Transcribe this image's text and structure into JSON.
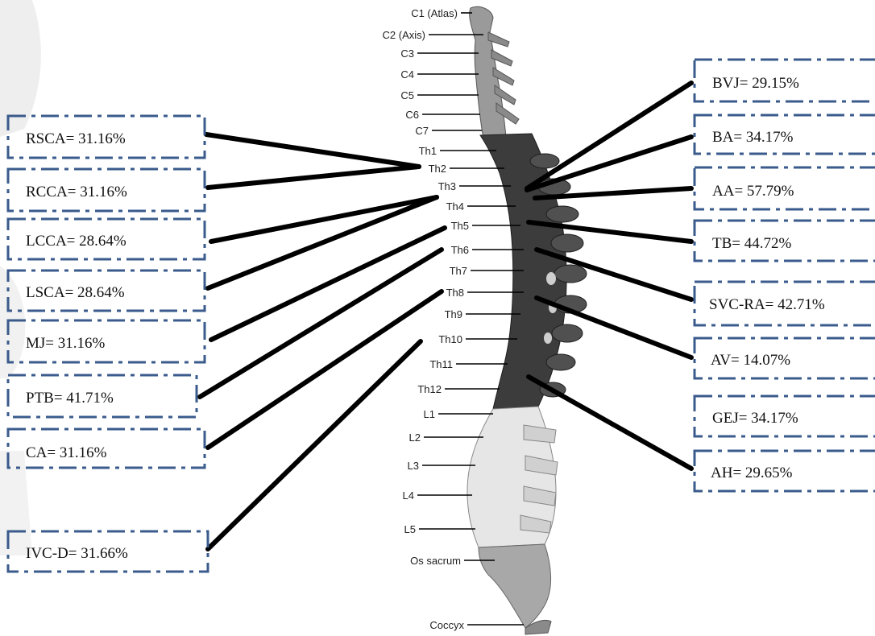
{
  "vertebra_labels": [
    "C1 (Atlas)",
    "C2 (Axis)",
    "C3",
    "C4",
    "C5",
    "C6",
    "C7",
    "Th1",
    "Th2",
    "Th3",
    "Th4",
    "Th5",
    "Th6",
    "Th7",
    "Th8",
    "Th9",
    "Th10",
    "Th11",
    "Th12",
    "L1",
    "L2",
    "L3",
    "L4",
    "L5",
    "Os sacrum",
    "Coccyx"
  ],
  "left_boxes": [
    {
      "label": "RSCA= 31.16%"
    },
    {
      "label": "RCCA= 31.16%"
    },
    {
      "label": "LCCA= 28.64%"
    },
    {
      "label": "LSCA= 28.64%"
    },
    {
      "label": "MJ= 31.16%"
    },
    {
      "label": "PTB= 41.71%"
    },
    {
      "label": "CA= 31.16%"
    },
    {
      "label": "IVC-D= 31.66%"
    }
  ],
  "right_boxes": [
    {
      "label": "BVJ= 29.15%"
    },
    {
      "label": "BA= 34.17%"
    },
    {
      "label": "AA= 57.79%"
    },
    {
      "label": "TB= 44.72%"
    },
    {
      "label": "SVC-RA= 42.71%"
    },
    {
      "label": "AV= 14.07%"
    },
    {
      "label": "GEJ= 34.17%"
    },
    {
      "label": "AH= 29.65%"
    }
  ],
  "colors": {
    "box_border": "#3a5b8c",
    "leader": "#000000",
    "thoracic_bone": "#3c3c3c",
    "lumbar_bone": "#e6e6e6",
    "sacrum": "#a8a8a8"
  }
}
